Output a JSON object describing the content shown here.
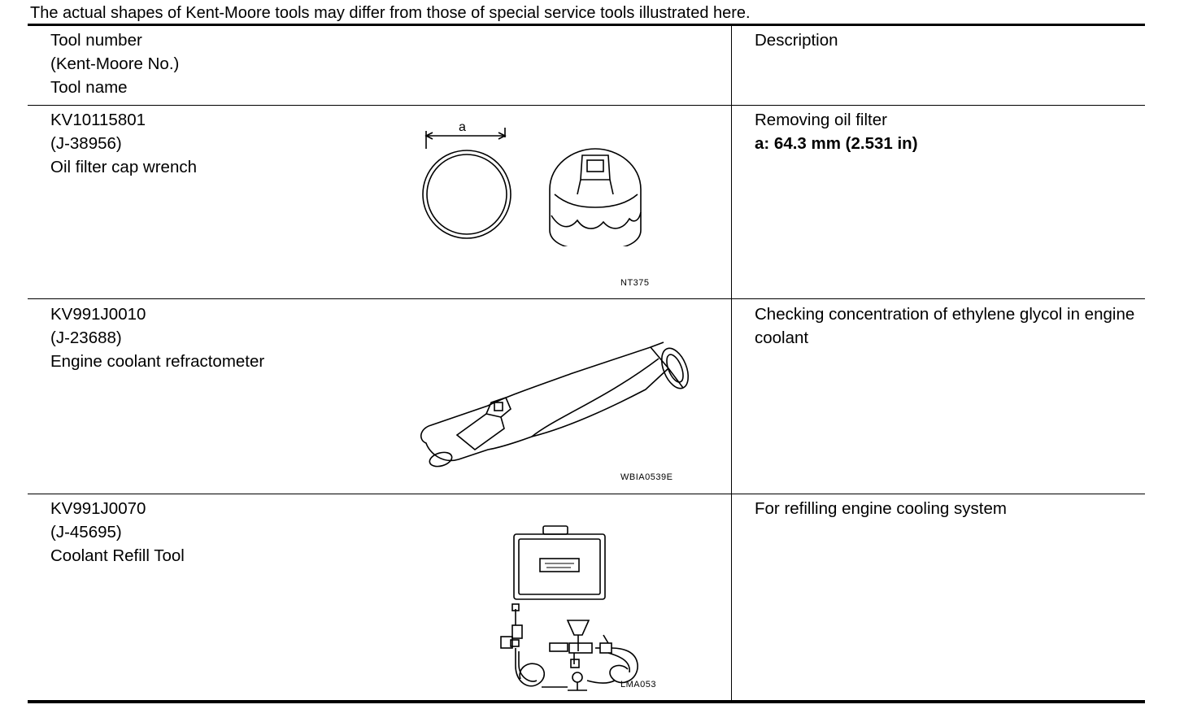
{
  "intro": "The actual shapes of Kent-Moore tools may differ from those of special service tools illustrated here.",
  "header": {
    "tool_lines": [
      "Tool number",
      "(Kent-Moore No.)",
      "Tool name"
    ],
    "description": "Description"
  },
  "rows": [
    {
      "tool_number": "KV10115801",
      "kent_moore": "(J-38956)",
      "tool_name": "Oil filter cap wrench",
      "figure_code": "NT375",
      "figure_label": "a",
      "description": "Removing oil filter",
      "spec": "a: 64.3 mm (2.531 in)",
      "figure_icon": "oil-filter-cap-wrench-illustration"
    },
    {
      "tool_number": "KV991J0010",
      "kent_moore": "(J-23688)",
      "tool_name": "Engine coolant refractometer",
      "figure_code": "WBIA0539E",
      "description": "Checking concentration of ethylene glycol in engine coolant",
      "figure_icon": "refractometer-illustration"
    },
    {
      "tool_number": "KV991J0070",
      "kent_moore": "(J-45695)",
      "tool_name": "Coolant Refill Tool",
      "figure_code": "LMA053",
      "description": "For refilling engine cooling system",
      "figure_icon": "coolant-refill-kit-illustration"
    }
  ]
}
